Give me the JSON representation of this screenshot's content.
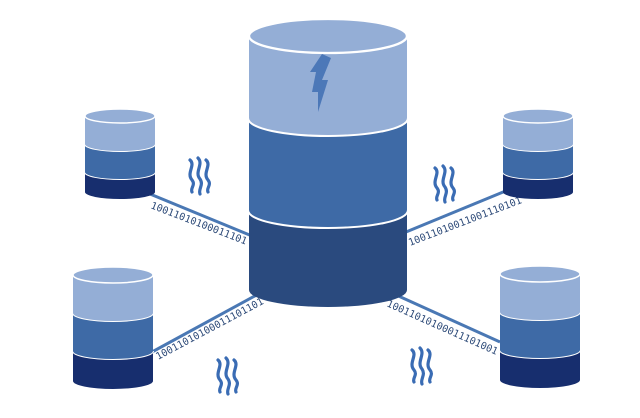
{
  "colors": {
    "top_light": "#94aed6",
    "mid": "#3e6aa6",
    "dark": "#2a4a7e",
    "darkest": "#172e6e",
    "rim": "#ffffff",
    "connector": "#4a78b4",
    "bolt": "#4c78b8",
    "binary_text": "#2d4a78",
    "steem_icon": "#3a6cb4"
  },
  "icons": {
    "central": "lightning-bolt-icon",
    "peer": "steem-logo-icon"
  },
  "binary_labels": {
    "top_left": "10011010100011101",
    "top_right": "10011010011001110101",
    "bottom_left": "10011010100011101101",
    "bottom_right": "10011010100011101001"
  }
}
